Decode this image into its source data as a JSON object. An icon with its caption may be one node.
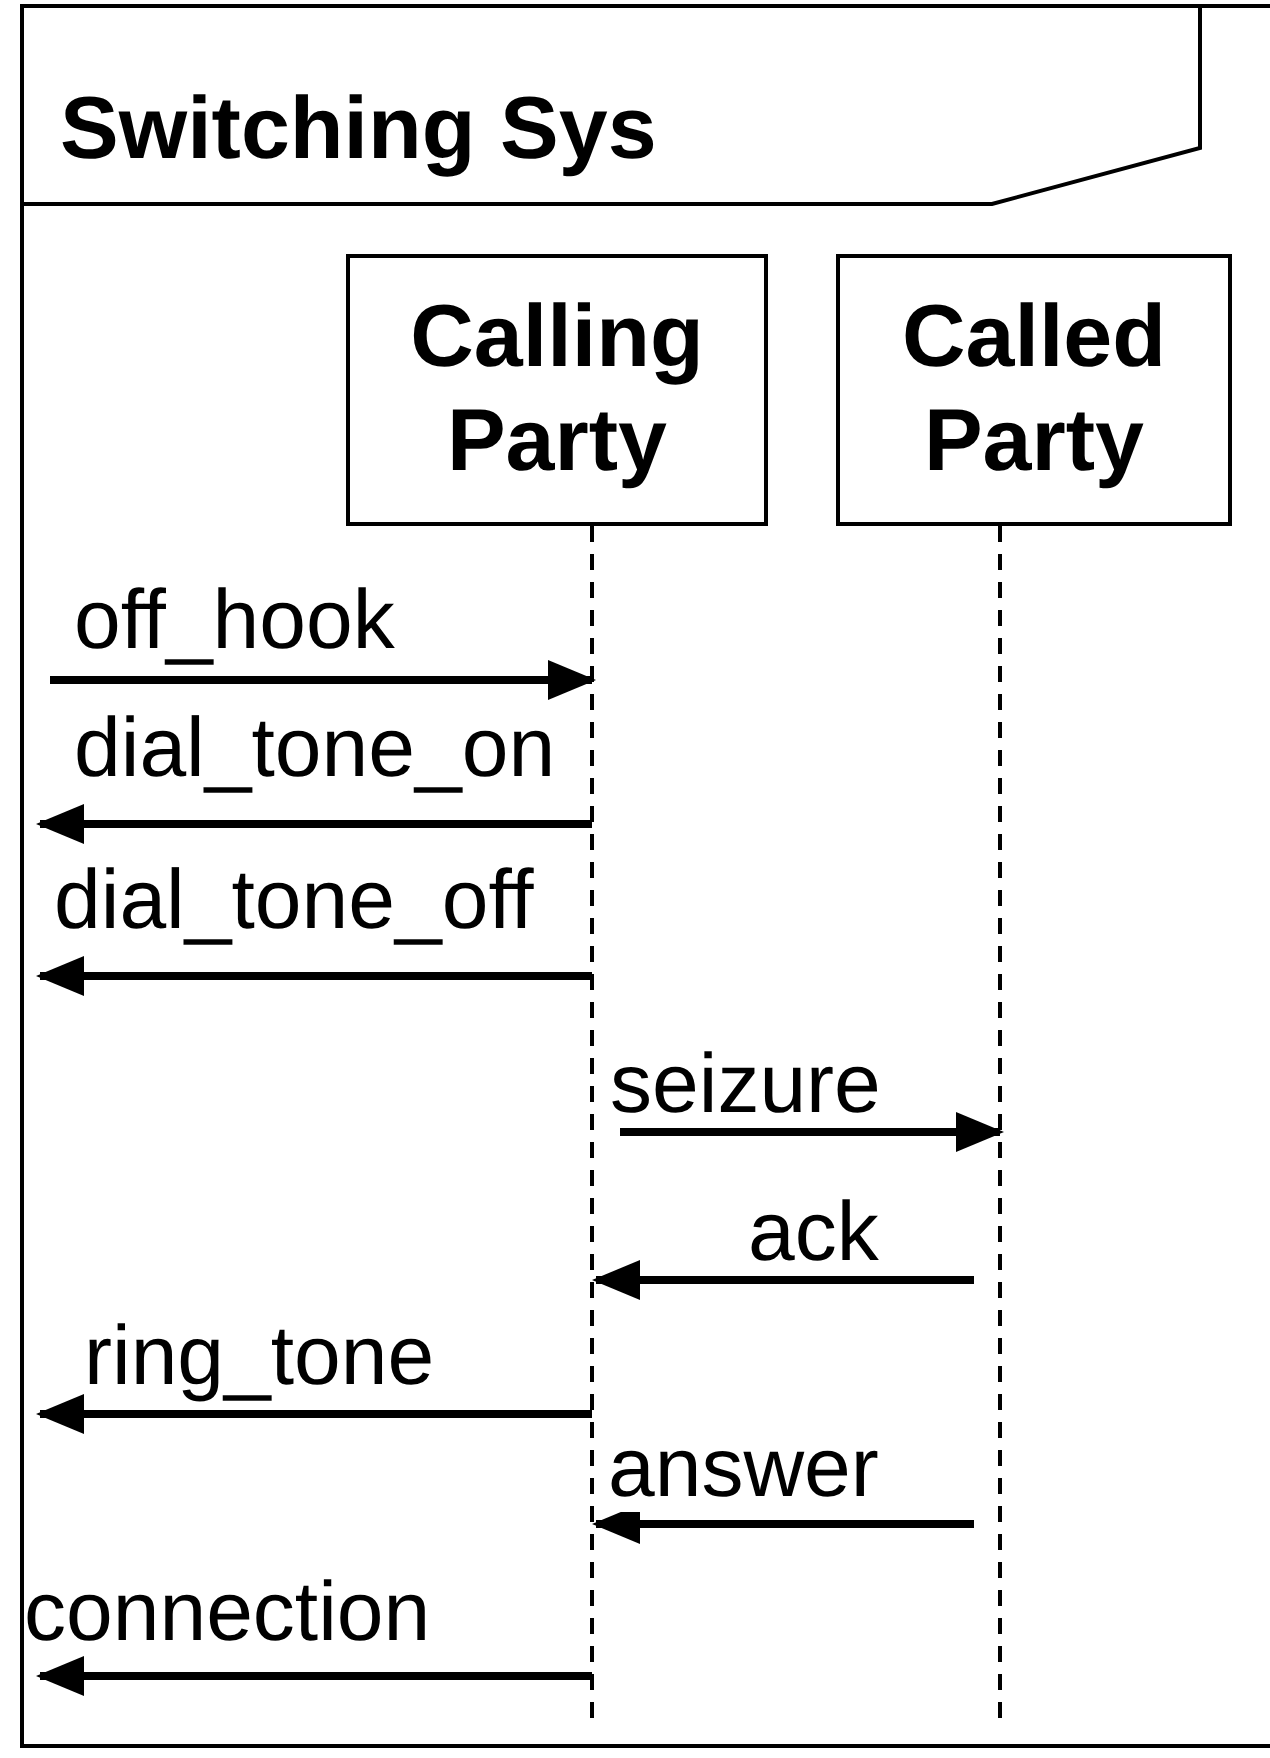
{
  "diagram": {
    "nodes": [
      {
        "text": [
          "Switching Sys"
        ]
      },
      {
        "text": [
          "Calling Party"
        ],
        "in": 0
      },
      {
        "text": [
          "Called Party"
        ],
        "in": 0
      }
    ],
    "edges": [
      {
        "from": null,
        "to": 1,
        "arrow": "to",
        "label": "off_hook"
      },
      {
        "from": 1,
        "to": null,
        "arrow": "to",
        "label": "dial_tone_on"
      },
      {
        "from": 1,
        "to": null,
        "arrow": "to",
        "label": "dial_tone_off"
      },
      {
        "from": 1,
        "to": 2,
        "arrow": "to",
        "label": "seizure"
      },
      {
        "from": 2,
        "to": 1,
        "arrow": "to",
        "label": "ack"
      },
      {
        "from": 1,
        "to": null,
        "arrow": "to",
        "label": "ring_tone"
      },
      {
        "from": 2,
        "to": 1,
        "arrow": "to",
        "label": "answer"
      },
      {
        "from": 1,
        "to": null,
        "arrow": "to",
        "label": "connection"
      }
    ]
  }
}
